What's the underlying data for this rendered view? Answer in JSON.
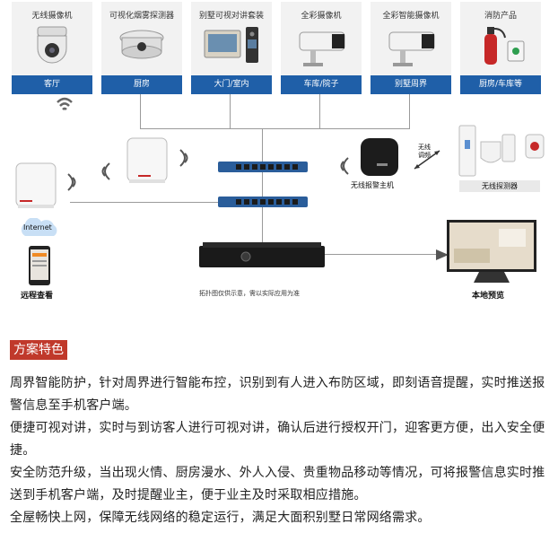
{
  "devices": [
    {
      "title": "无线摄像机",
      "location": "客厅",
      "icon": "ptz-camera-icon"
    },
    {
      "title": "可视化烟雾探测器",
      "location": "厨房",
      "icon": "smoke-detector-icon"
    },
    {
      "title": "别墅可视对讲套装",
      "location": "大门/室内",
      "icon": "video-intercom-icon"
    },
    {
      "title": "全彩摄像机",
      "location": "车库/院子",
      "icon": "bullet-camera-icon"
    },
    {
      "title": "全彩智能摄像机",
      "location": "别墅周界",
      "icon": "bullet-camera-icon"
    },
    {
      "title": "消防产品",
      "location": "厨房/车库等",
      "icon": "fire-extinguisher-icon"
    }
  ],
  "network": {
    "wireless_link_label": "无线\n调频",
    "alarm_host_label": "无线报警主机",
    "detector_label": "无线探测器",
    "internet_label": "Internet",
    "remote_view_label": "远程查看",
    "local_preview_label": "本地预览",
    "topology_note": "拓扑图仅供示意，需以实际应用为准"
  },
  "features": {
    "heading": "方案特色",
    "paragraphs": [
      "周界智能防护，针对周界进行智能布控，识别到有人进入布防区域，即刻语音提醒，实时推送报警信息至手机客户端。",
      "便捷可视对讲，实时与到访客人进行可视对讲，确认后进行授权开门，迎客更方便，出入安全便捷。",
      "安全防范升级，当出现火情、厨房漫水、外人入侵、贵重物品移动等情况，可将报警信息实时推送到手机客户端，及时提醒业主，便于业主及时采取相应措施。",
      "全屋畅快上网，保障无线网络的稳定运行，满足大面积别墅日常网络需求。"
    ]
  },
  "colors": {
    "accent_blue": "#1f5fa8",
    "heading_red": "#c0392b"
  }
}
